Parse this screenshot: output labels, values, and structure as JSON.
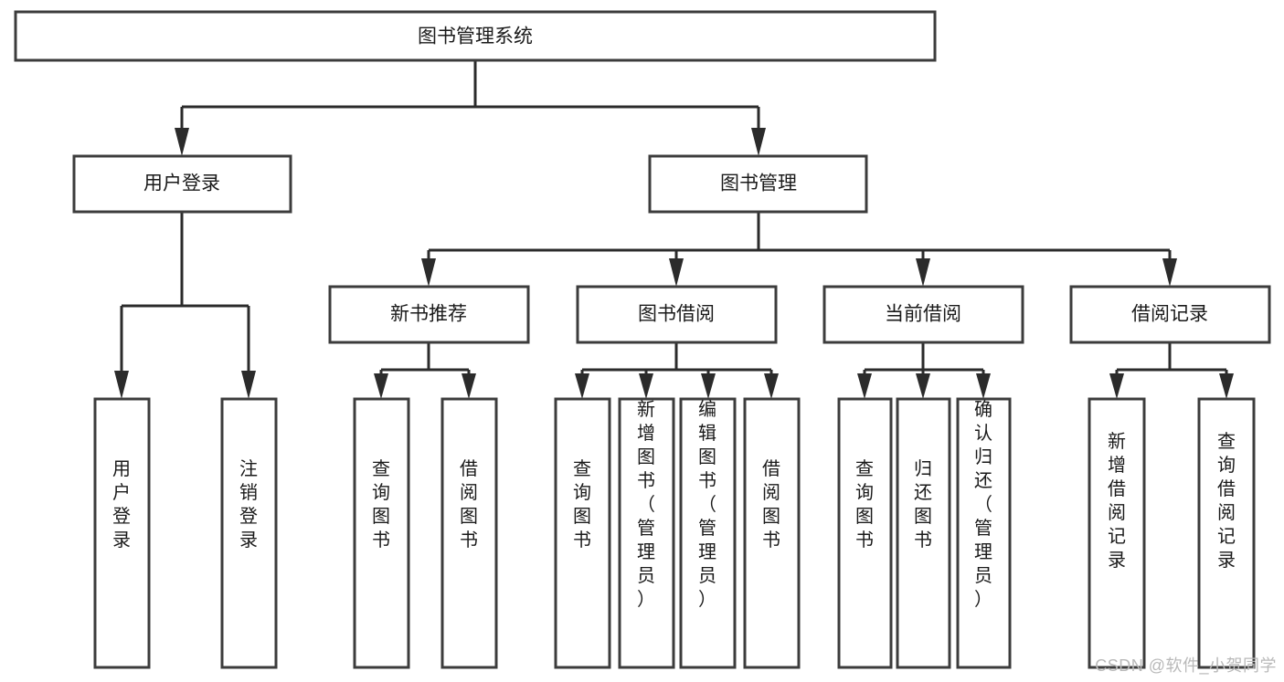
{
  "diagram": {
    "type": "tree-hierarchy-flowchart",
    "title": "图书管理系统",
    "watermark": "CSDN @软件_小贺同学",
    "colors": {
      "box_fill": "#ffffff",
      "box_stroke": "#3c3c3c",
      "connector": "#2b2b2b",
      "text": "#1a1a1a",
      "watermark": "#b9b9b9",
      "background": "#ffffff"
    },
    "root": {
      "label": "图书管理系统"
    },
    "level1": [
      {
        "label": "用户登录"
      },
      {
        "label": "图书管理"
      }
    ],
    "level2": [
      {
        "label": "新书推荐",
        "parent": "图书管理"
      },
      {
        "label": "图书借阅",
        "parent": "图书管理"
      },
      {
        "label": "当前借阅",
        "parent": "图书管理"
      },
      {
        "label": "借阅记录",
        "parent": "图书管理"
      }
    ],
    "leaves": {
      "用户登录": [
        "用户登录",
        "注销登录"
      ],
      "新书推荐": [
        "查询图书",
        "借阅图书"
      ],
      "图书借阅": [
        "查询图书",
        "新增图书（管理员）",
        "编辑图书（管理员）",
        "借阅图书"
      ],
      "当前借阅": [
        "查询图书",
        "归还图书",
        "确认归还（管理员）"
      ],
      "借阅记录": [
        "新增借阅记录",
        "查询借阅记录"
      ]
    },
    "leaf_labels": {
      "l1": "用户登录",
      "l2": "注销登录",
      "l3": "查询图书",
      "l4": "借阅图书",
      "l5": "查询图书",
      "l6": "新增图书（管理员）",
      "l7": "编辑图书（管理员）",
      "l8": "借阅图书",
      "l9": "查询图书",
      "l10": "归还图书",
      "l11": "确认归还（管理员）",
      "l12": "新增借阅记录",
      "l13": "查询借阅记录"
    }
  }
}
